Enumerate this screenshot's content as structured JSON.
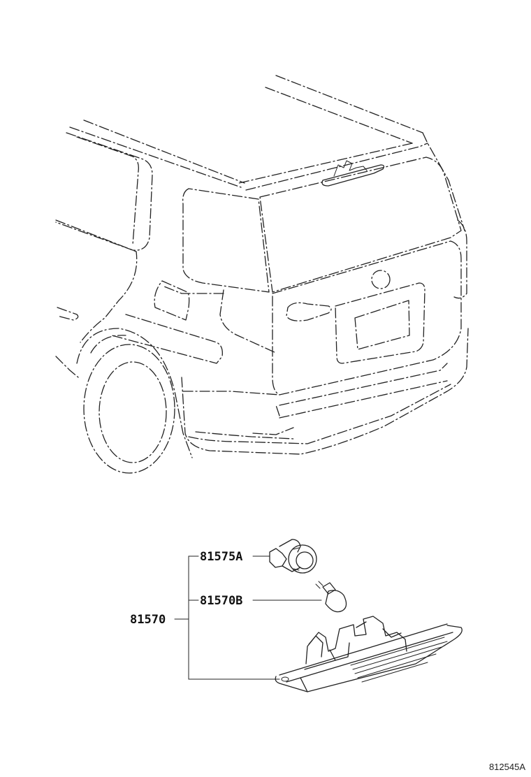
{
  "parts": {
    "assembly": "81570",
    "socket": "81575A",
    "bulb": "81570B"
  },
  "diagram_id": "812545A",
  "colors": {
    "line": "#222222",
    "background": "#ffffff"
  }
}
